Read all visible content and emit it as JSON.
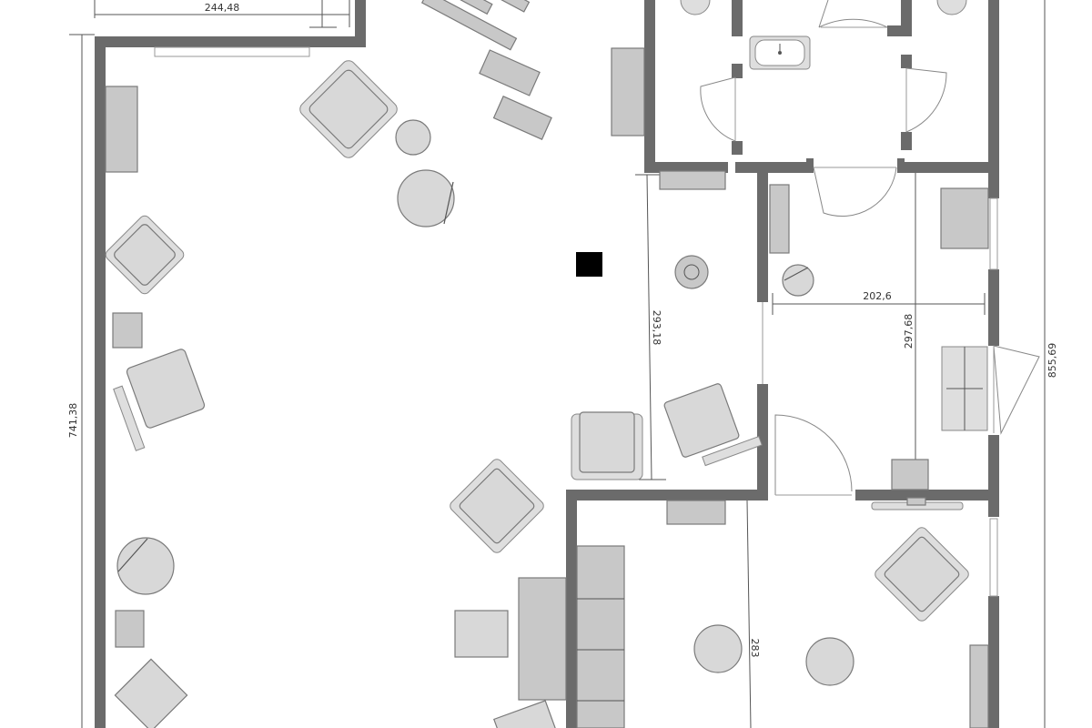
{
  "dimensions": {
    "top_width": "244,48",
    "left_height": "741,38",
    "mid_height": "293,18",
    "room_width": "202,6",
    "room_height": "297,68",
    "right_height": "855,69",
    "bottom_height": "283"
  }
}
